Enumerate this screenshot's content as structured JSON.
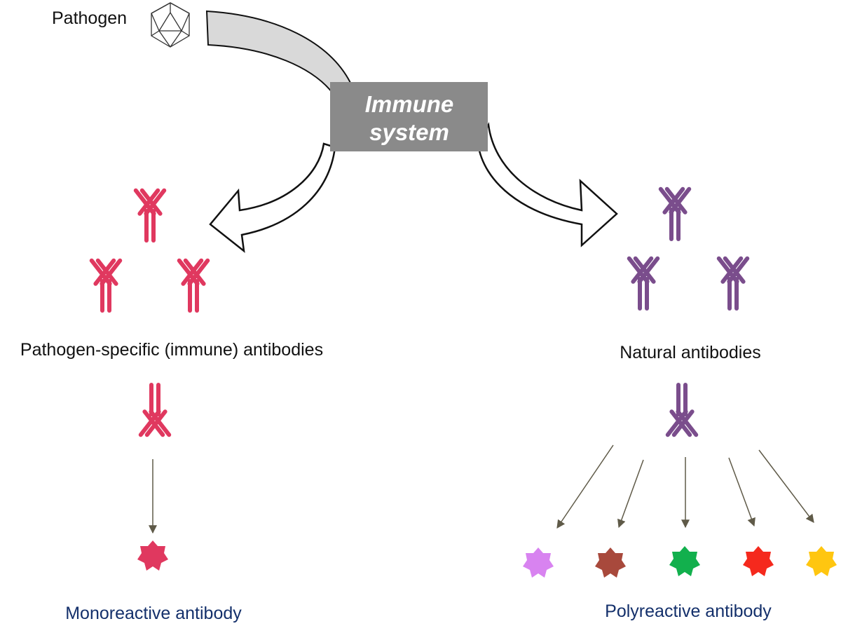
{
  "labels": {
    "pathogen": "Pathogen",
    "immune_line1": "Immune",
    "immune_line2": "system",
    "specific": "Pathogen-specific (immune) antibodies",
    "natural": "Natural antibodies",
    "monoreactive": "Monoreactive antibody",
    "polyreactive": "Polyreactive antibody"
  },
  "colors": {
    "specific_antibody": "#e0385f",
    "natural_antibody": "#7a4d8c",
    "immune_box": "#8a8a8a",
    "pathogen_arrow_fill": "#d9d9d9",
    "thin_arrow": "#5f5a48",
    "label_blue": "#14306b",
    "antigen_mono": "#e0385f",
    "antigen_poly": [
      "#d883f0",
      "#a8493c",
      "#12b04d",
      "#f5291d",
      "#ffc610"
    ]
  },
  "icons": [
    "pathogen-icosahedron-icon",
    "antibody-icon",
    "antigen-star-icon"
  ]
}
